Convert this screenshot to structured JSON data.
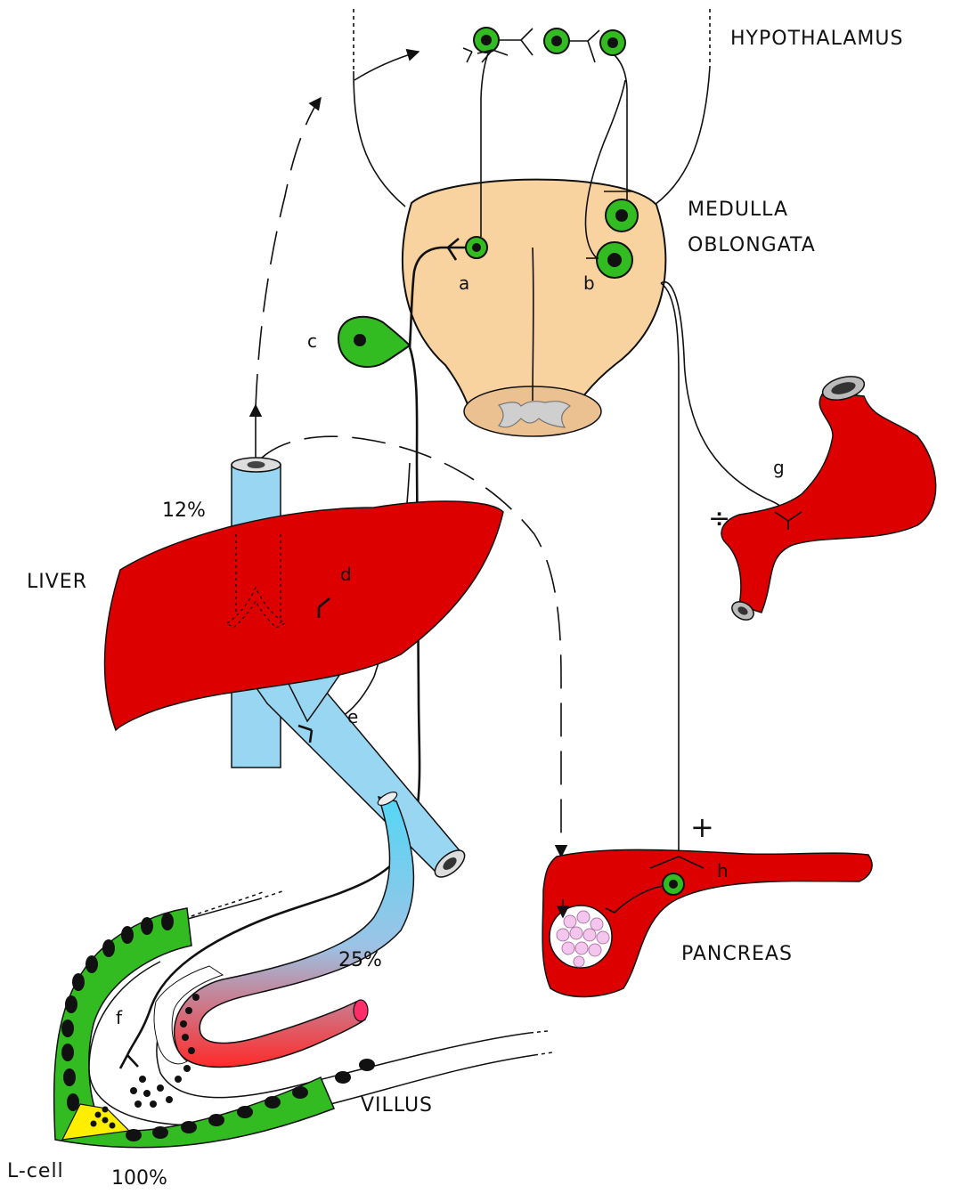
{
  "labels": {
    "hypothalamus": "HYPOTHALAMUS",
    "medulla_line1": "MEDULLA",
    "medulla_line2": "OBLONGATA",
    "liver": "LIVER",
    "pancreas": "PANCREAS",
    "villus": "VILLUS",
    "lcell": "L-cell"
  },
  "letters": {
    "a": "a",
    "b": "b",
    "c": "c",
    "d": "d",
    "e": "e",
    "f": "f",
    "g": "g",
    "h": "h"
  },
  "percentages": {
    "portal": "12%",
    "intestinal_vessel": "25%",
    "lcell": "100%"
  },
  "signs": {
    "stomach": "÷",
    "pancreas": "+"
  },
  "colors": {
    "organ": "#dd0000",
    "neuron": "#33bb22",
    "vessel": "#99d6f2",
    "medulla": "#f8d3a0",
    "lcell": "#ffee00",
    "islet": "#f4c6ee"
  }
}
